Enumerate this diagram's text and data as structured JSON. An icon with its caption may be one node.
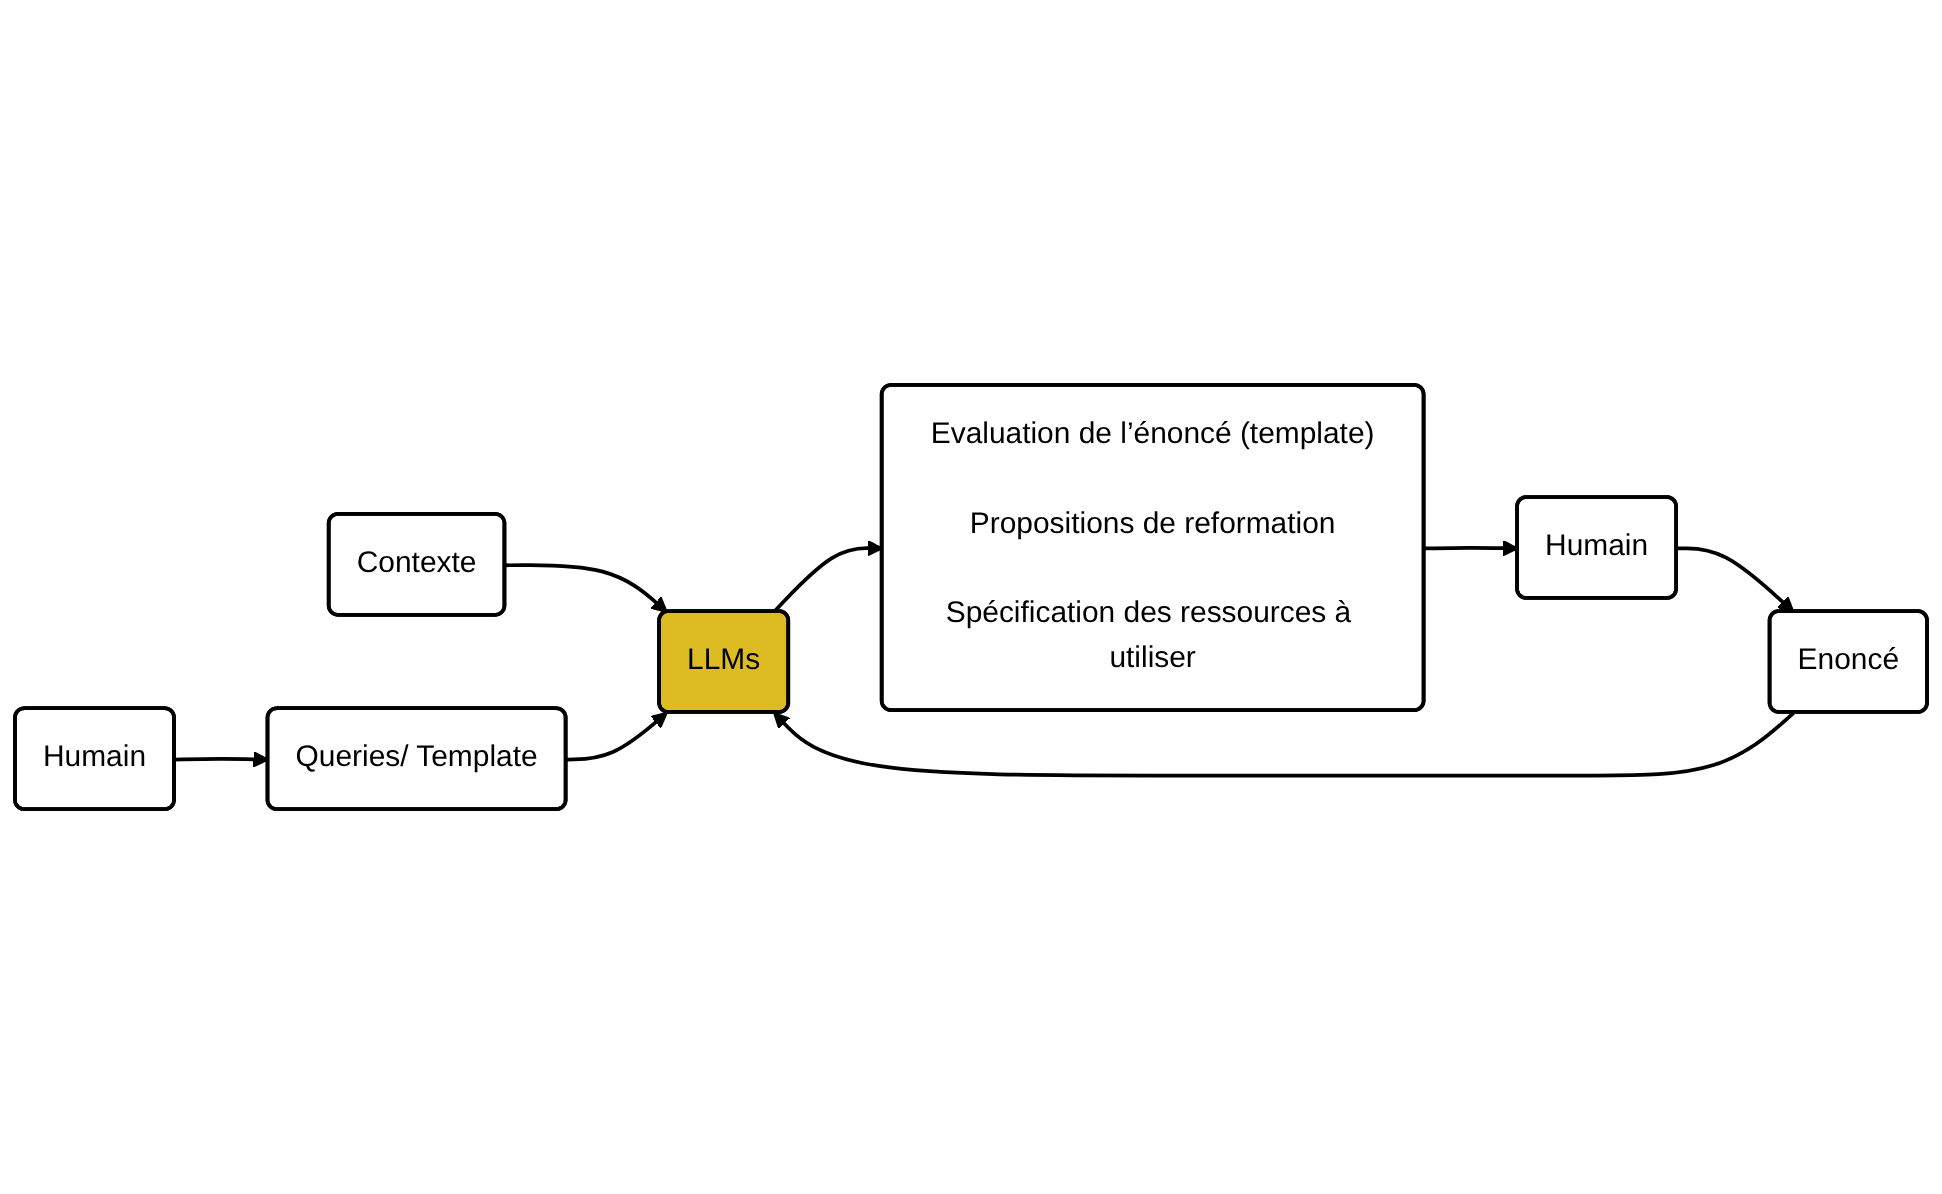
{
  "diagram": {
    "nodes": [
      {
        "text": [
          "Humain"
        ]
      },
      {
        "text": [
          "Contexte"
        ]
      },
      {
        "text": [
          "Queries/ Template"
        ]
      },
      {
        "text": [
          "Humain"
        ]
      },
      {
        "text": [
          "Enoncé"
        ]
      },
      {
        "text": [
          "LLMs"
        ]
      },
      {
        "text": [
          "Evaluation de l’énoncé (template)",
          "Propositions de reformation",
          "Spécification des ressources à utiliser"
        ]
      }
    ],
    "edges": [
      {
        "from": 0,
        "to": 2,
        "arrow": "to"
      },
      {
        "from": 1,
        "to": 5,
        "arrow": "to"
      },
      {
        "from": 2,
        "to": 5,
        "arrow": "to"
      },
      {
        "from": 3,
        "to": 4,
        "arrow": "to"
      },
      {
        "from": 4,
        "to": 5,
        "arrow": "to"
      },
      {
        "from": 5,
        "to": 6,
        "arrow": "to"
      },
      {
        "from": 6,
        "to": 3,
        "arrow": "to"
      }
    ]
  }
}
